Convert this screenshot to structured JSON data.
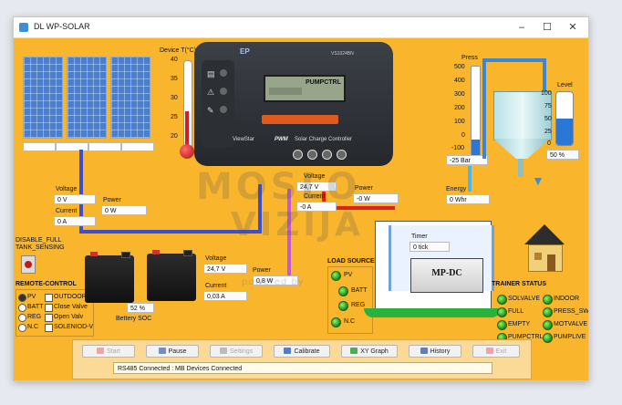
{
  "window": {
    "title": "DL WP-SOLAR",
    "minimize": "–",
    "maximize": "☐",
    "close": "✕"
  },
  "thermometer": {
    "label": "Device T(°C)",
    "ticks": [
      "40",
      "35",
      "30",
      "25",
      "20"
    ]
  },
  "panel_readout": {
    "voltage_label": "Voltage",
    "voltage": "0 V",
    "power_label": "Power",
    "power": "0 W",
    "current_label": "Current",
    "current": "0 A"
  },
  "controller": {
    "brand": "EP",
    "model": "VS1024BN",
    "lcd_text": "PUMPCTRL",
    "name_left": "ViewStar",
    "name_right": "Solar Charge Controller",
    "pwm": "PWM"
  },
  "controller_out": {
    "voltage_label": "Voltage",
    "voltage": "24,7 V",
    "current_label": "Current",
    "current": "-0 A",
    "power_label": "Power",
    "power": "-0 W"
  },
  "battery": {
    "voltage_label": "Voltage",
    "voltage": "24,7 V",
    "power_label": "Power",
    "power": "0,8 W",
    "current_label": "Current",
    "current": "0,03 A",
    "soc": "52 %",
    "soc_label": "Bettery SOC"
  },
  "disable_full": {
    "label_line1": "DISABLE_FULL",
    "label_line2": "TANK_SENSING"
  },
  "remote_control": {
    "title": "REMOTE-CONTROL",
    "radios": [
      {
        "label": "PV",
        "checked": true
      },
      {
        "label": "BATT",
        "checked": false
      },
      {
        "label": "REG",
        "checked": false
      },
      {
        "label": "N.C",
        "checked": false
      }
    ],
    "checks": [
      "OUTDOOR",
      "Close Valve",
      "Open Valv",
      "SOLENIOD-V"
    ]
  },
  "load_source": {
    "title": "LOAD SOURCE",
    "items": [
      "PV",
      "BATT",
      "REG",
      "N.C"
    ]
  },
  "timer": {
    "label": "Timer",
    "value": "0 tick"
  },
  "pump": {
    "label": "MP-DC"
  },
  "energy": {
    "label": "Energy",
    "value": "0 Whr"
  },
  "press": {
    "label": "Press",
    "ticks": [
      "500",
      "400",
      "300",
      "200",
      "100",
      "0",
      "-100"
    ],
    "value": "-25 Bar"
  },
  "level": {
    "label": "Level",
    "ticks": [
      "100",
      "75",
      "50",
      "25",
      "0"
    ],
    "value": "50 %",
    "fraction": 0.5
  },
  "trainer_status": {
    "title": "TRAINER STATUS",
    "left": [
      "SOLVALVE",
      "FULL",
      "EMPTY",
      "PUMPCTRL"
    ],
    "right": [
      "INDOOR",
      "PRESS_SW",
      "MOTVALVE",
      "PUMPLIVE"
    ]
  },
  "toolbar": {
    "start": "Start",
    "pause": "Pause",
    "settings": "Settings",
    "calibrate": "Calibrate",
    "xy_graph": "XY Graph",
    "history": "History",
    "exit": "Exit"
  },
  "status_bar": {
    "text": "RS485 Connected : MB Devices Connected"
  },
  "watermark": {
    "line1": "MOSLO",
    "line2": "VIZIJA",
    "line3": "powered by"
  },
  "colors": {
    "background": "#f9b62d",
    "wire_blue": "#3b4fd0",
    "wire_red": "#e0201a",
    "wire_violet": "#c05ad8",
    "led_green": "#3cd62c"
  }
}
